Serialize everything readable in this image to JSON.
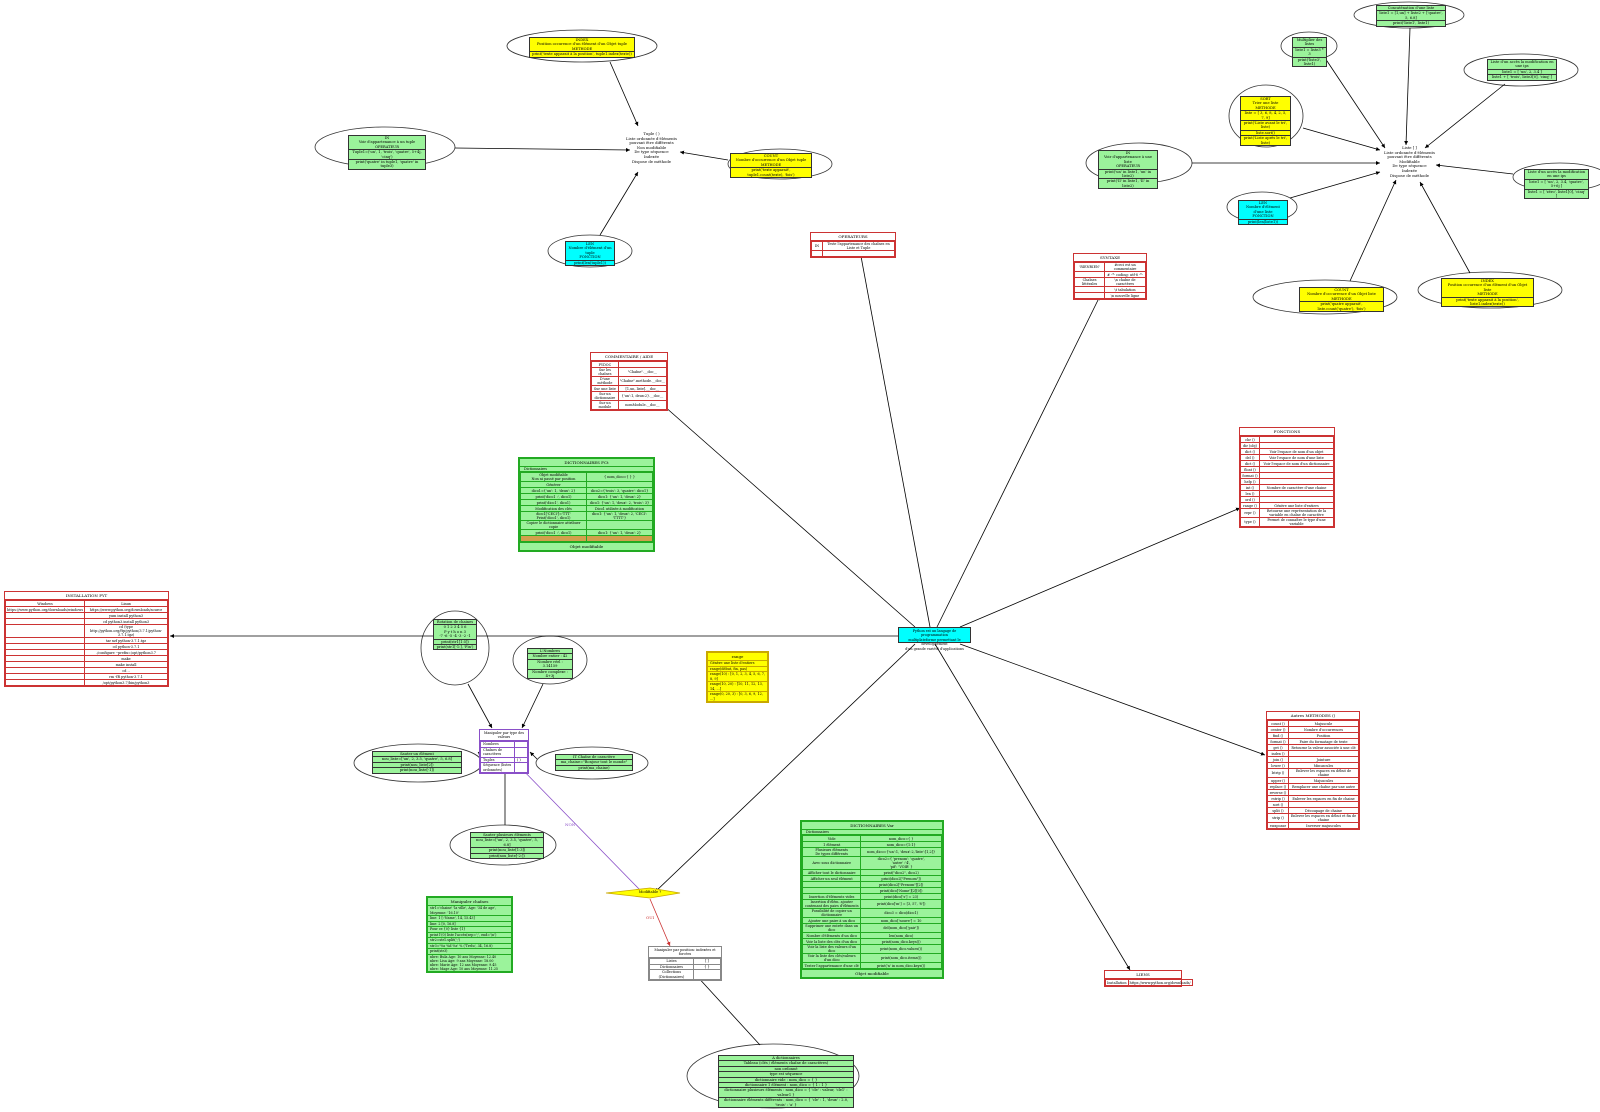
{
  "root": {
    "lines": [
      "Python est un langage de programmation",
      "multiplateforme permettant le développement",
      "d'un grande variété d'applications"
    ]
  },
  "oui_label": "OUI",
  "non_label": "NON",
  "mutable_decision": "Modifiable ?",
  "tuple_center": {
    "lines": [
      "Tuple ( )",
      "Liste ordonnée d'éléments",
      "pouvant être différents",
      "Non modifiable",
      "De type séquence",
      "Indexée",
      "Dispose de méthode"
    ]
  },
  "list_center": {
    "lines": [
      "Liste [ ]",
      "Liste ordonnée d'éléments",
      "pouvant être différents",
      "Modifiable",
      "De type séquence",
      "Indexée",
      "Dispose de méthode"
    ]
  },
  "tuple_nodes": {
    "index": {
      "rows": [
        "INDEX\nPosition occurence d'un élément d'un Objet tuple\nMETHODE",
        "print('texte apparait à la position', tuple1.index(texte))"
      ]
    },
    "in": {
      "rows": [
        "IN\nVoir d'appartenance à un tuple\nOPERATEUR",
        "Tuple1=('un', 1, 'trois', 'quatre', 5+4j, 'cinq')",
        "print('quatre' in tuple1, 'quatre' in tuple3)"
      ]
    },
    "count": {
      "rows": [
        "COUNT\nNombre d'occurrence d'un Objet tuple\nMETHODE",
        "print('texte apparait', tuple1.count(texte), 'fois')"
      ]
    },
    "len": {
      "rows": [
        "LEN\nNombre d'élément d'un tuple\nFONCTION",
        "print(len(tuple1))"
      ]
    }
  },
  "list_nodes": {
    "concat": {
      "rows": [
        "Concaténation d'une liste",
        "liste1 = [1,un] + liste2 + ['quatre', 5, 6.8]",
        "print('liste1', liste1)"
      ]
    },
    "multiple": {
      "rows": [
        "Multiplier des listes",
        "liste1 = liste3 * 3",
        "print('liste3', liste1)"
      ]
    },
    "listin": {
      "rows": [
        "Liste d'un accès la modification en une ips",
        "liste1 = [ 'un', 2, 3.4 ]",
        "liste1 + [ 'trois', liste3[0], 'cinq' ]"
      ]
    },
    "sort": {
      "rows": [
        "SORT\nTrier une liste\nMETHODE",
        "liste = [ 3, 6, 8, 4, 2, 5, 7, 9]",
        "print('Liste avant le tri', liste)",
        "liste.sort()",
        "print('Liste après le tri', liste)"
      ]
    },
    "in": {
      "rows": [
        "IN\nVoir d'appartenance à une liste\nOPERATEUR",
        "print('un' in liste1, 'un' in liste2)",
        "print('II' in liste1, 'II' in liste2)"
      ]
    },
    "listmod": {
      "rows": [
        "Liste d'un accès la modification en une ips",
        "liste1 = [ 'un', 2, 3.4, 'quatre', 5+6j ]",
        "liste1 = [ 'zéro', liste1[0], 'cinq' ]"
      ]
    },
    "len": {
      "rows": [
        "LEN\nNombre d'élément d'une liste\nFONCTION",
        "print(len(liste1))"
      ]
    },
    "count": {
      "rows": [
        "COUNT\nNombre d'occurrence d'un Objet liste\nMETHODE",
        "print('quatre apparait', liste.count('quatre'), 'fois')"
      ]
    },
    "index": {
      "rows": [
        "INDEX\nPosition occurence d'un élément d'un Objet liste\nMETHODE",
        "print('texte apparait à la position', liste1.index(texte))"
      ]
    }
  },
  "operateurs": {
    "title": "OPERATEURS",
    "rows": [
      [
        "IN",
        "Teste l'appartenance des chaînes en Liste et Tuple"
      ],
      [
        "",
        ""
      ]
    ]
  },
  "syntaxe": {
    "title": "SYNTAXE",
    "rows": [
      [
        "'RIENRIEN'",
        "#ceci est un commentaire"
      ],
      [
        "",
        "# -*- coding: utf-8 -*-"
      ],
      [
        "Chaînes littérales",
        "\\n chaîne de caractères"
      ],
      [
        "",
        "\\t tabulation"
      ],
      [
        "",
        "\\n nouvelle ligne"
      ]
    ]
  },
  "commentaire": {
    "title": "COMMENTAIRE / AIDE",
    "rows": [
      [
        "PYDOC",
        ""
      ],
      [
        "Sur les chaînes",
        "\"Chaîne\".__doc__"
      ],
      [
        "D'une méthode",
        "\"Chaîne\".methode.__doc__"
      ],
      [
        "Sur une liste",
        "[1,un, liste].__doc__"
      ],
      [
        "Sur un dictionnaire",
        "{'un':1, deux:2}.__doc__"
      ],
      [
        "Sur un module",
        "nomModule.__doc__"
      ]
    ]
  },
  "fonctions": {
    "title": "FONCTIONS",
    "rows": [
      [
        "chr ()",
        ""
      ],
      [
        "dir (obj)",
        ""
      ],
      [
        "dict ()",
        "Voir l'espace de nom d'un objet"
      ],
      [
        "del ()",
        "Voir l'espace de nom d'une liste"
      ],
      [
        "dict ()",
        "Voir l'espace de nom d'un dictionnaire"
      ],
      [
        "float ()",
        ""
      ],
      [
        "format ()",
        ""
      ],
      [
        "help ()",
        ""
      ],
      [
        "int ()",
        "Nombre de caractère d'une chaine"
      ],
      [
        "len ()",
        ""
      ],
      [
        "ord ()",
        ""
      ],
      [
        "range ()",
        "Génère une liste d'entiers"
      ],
      [
        "repr ()",
        "Retourne une représentation de la variable en chaîne de caractère"
      ],
      [
        "type ()",
        "Permet de connaître le type d'une variable"
      ]
    ]
  },
  "methodes": {
    "title": "Autres METHODES ()",
    "rows": [
      [
        "count ()",
        "Majuscule"
      ],
      [
        "center ()",
        "Nombre d'occurrences"
      ],
      [
        "find ()",
        "Position"
      ],
      [
        "format ()",
        "Faire du formatage de texte"
      ],
      [
        "get ()",
        "Retourne la valeur associée à une clé"
      ],
      [
        "index ()",
        ""
      ],
      [
        "join ()",
        "Jointure"
      ],
      [
        "lower ()",
        "Minuscules"
      ],
      [
        "lstrip ()",
        "Enlever les espaces en début de chaine"
      ],
      [
        "upper ()",
        "Majuscules"
      ],
      [
        "replace ()",
        "Remplacer une chaîne par une autre"
      ],
      [
        "reverse ()",
        ""
      ],
      [
        "rstrip ()",
        "Enlever les espaces en fin de chaine"
      ],
      [
        "sort ()",
        ""
      ],
      [
        "split ()",
        "Découpage de chaine"
      ],
      [
        "strip ()",
        "Enlever les espaces en début et fin de chaine"
      ],
      [
        "swapcase",
        "Inverser majuscules"
      ]
    ]
  },
  "dictionnaires_fct": {
    "title": "DICTIONNAIRES FCt",
    "sub": "Dictionnaires",
    "rows": [
      [
        "Objet modifiable\nNon ni passé par position",
        "{ nom_dico={ } }"
      ],
      [
        "Générer",
        ""
      ],
      [
        "dico1={'un': 1, 'deux': 2}",
        "dico2={'trois': 3, 'quatre': dico1}"
      ],
      [
        "print('dico1 :', dico1)",
        "dico1: {'un': 1, 'deux': 2}"
      ],
      [
        "print('dico1', dico1)",
        "dico1: {'un': 1, 'deux': 2, 'trois': 3}"
      ],
      [
        "Modification des clés",
        "Dico1 utilisée à modification"
      ],
      [
        "dico1['CECI']='TTT'\nPrint('dico1', dico1)",
        "dico1: {'un': 1, 'deux': 2, 'CECI': 'TTTT'}"
      ],
      [
        "Copier le dictionnaire attribuer copie",
        ""
      ],
      [
        "print('dico1 :', dico1)",
        "dico1: {'un': 1, 'deux': 2}"
      ],
      [
        "",
        ""
      ]
    ],
    "footer": "Objet modifiable"
  },
  "dictionnaires_var": {
    "title": "DICTIONNAIRES Var",
    "sub": "Dictionnaires",
    "rows": [
      [
        "Vide",
        "nom_dico={ }"
      ],
      [
        "1 élément",
        "nom_dico={1:1}"
      ],
      [
        "Plusieurs éléments\nDe types différents",
        "nom_dico={'un':1, 'deux':2,'liste':[1,2]}"
      ],
      [
        "Avec sous dictionnaire",
        "dico2={ 'prenom': 'quatre',\n'autre' :'4',\n'pif': 'VOIR' }"
      ],
      [
        "Afficher tout le dictionnaire",
        "print(\"dico2\", dico2)"
      ],
      [
        "Afficher un seul élément",
        "print(dico2[\"Prenom\"])"
      ],
      [
        "",
        "print(dico2[\"Prenom\"][2])"
      ],
      [
        "",
        "print(dico['Nome'][2][0])"
      ],
      [
        "Insertion d'éléments vides",
        "print(dico['s'] = 23)"
      ],
      [
        "Insertion d'élém. ajouter contenant des pairs d'éléments",
        "print(dico['m'] = [3, 57, '8'])"
      ],
      [
        "Possibilité de copier un dictionnaire",
        "dico3 = dico(dico1)"
      ],
      [
        "Ajouter une paire à un dico",
        "nom_dico['nouve'] = 10"
      ],
      [
        "Supprimer une entrée dans un dico",
        "del(nom_dico['pair'])"
      ],
      [
        "Nombre d'éléments d'un dico",
        "len(nom_dico)"
      ],
      [
        "Voir la liste des clés d'un dico",
        "print(nom_dico.keys())"
      ],
      [
        "Voir la liste des valeurs d'un dico",
        "print(nom_dico.values())"
      ],
      [
        "Voir la liste des clés/valeurs d'un dico",
        "print(nom_dico.items())"
      ],
      [
        "Tester l'appartenance d'une clé",
        "print('n' in nom_dico.keys())"
      ]
    ],
    "footer": "Objet modifiable"
  },
  "installation": {
    "title": "INSTALLATION PYT",
    "rows": [
      [
        "Windows",
        "Linux"
      ],
      [
        "https://www.python.org/downloads/windows",
        "https://www.python.org/downloads/source"
      ],
      [
        "",
        "yum install python3"
      ],
      [
        "",
        "cd python3.install python3"
      ],
      [
        "",
        "cd (type http://python.org/ftp/python/3.7.1/python-3.7.1.tgz)"
      ],
      [
        "",
        "tar xzf python-3.7.1.tgz"
      ],
      [
        "",
        "cd python-3.7.1"
      ],
      [
        "",
        "./configure --prefix=/opt/python3.7"
      ],
      [
        "",
        "make"
      ],
      [
        "",
        "make install"
      ],
      [
        "",
        "cd .."
      ],
      [
        "",
        "rm -fR python-3.7.1"
      ],
      [
        "",
        "/opt/python3.7/bin/python3"
      ]
    ]
  },
  "liens": {
    "title": "LIENS",
    "rows": [
      [
        "Installation",
        "https://www.python.org/downloads/"
      ]
    ]
  },
  "range": {
    "title": "range",
    "rows": [
      "Génère une liste d'entiers",
      "range(début, fin, pas)",
      "range(10) : [0, 1, 2, 3, 4, 5, 6, 7, 8, 9]",
      "range(10, 20) : [10, 11, 12, 13, 14, ...]",
      "range(0, 20, 3) : [0, 3, 6, 9, 12, ...]"
    ]
  },
  "chaines": {
    "title": "Manipuler chaînes",
    "rows": [
      "str1='chaine' 'la ville', Age: '34 de age', Moyenne: '16.10'",
      "line: 1 [:'Name', 14, 15.43]",
      "line: 2 [0, 16.8]",
      "Pour ce {0} liste {1}",
      "print l'(0) liste l'accès(sep=';', end='\\n')",
      "str2=str1.split(';')",
      "str3='%s %d %s' % ('Trelu', 34, 16.8)",
      "print(str3)",
      "nbre: Bula    Age:  10 ans    Moyenne: 12.40",
      "nbre: Lisa    Age:   9 ans    Moyenne: 18.00",
      "nbre: Marie   Age:  12 ans    Moyenne: 9.45",
      "nbre: Mage    Age:  10 ans    Moyenne: 11.25"
    ]
  },
  "seq_type": {
    "title": "Manipuler par type des valeurs",
    "rows": [
      [
        "Nombres",
        ""
      ],
      [
        "Chaînes de caractères",
        ""
      ],
      [
        "Tuples",
        "( )"
      ],
      [
        "Séquence (listes ordonnées)",
        ""
      ]
    ]
  },
  "unordered": {
    "title": "Manipuler par position: indexées et forcées",
    "rows": [
      [
        "Listes",
        "[ ]"
      ],
      [
        "Dictionnaires",
        "{ }"
      ],
      [
        "Collections (Dictionnaires)",
        ""
      ]
    ]
  },
  "seq_children": {
    "rotation": {
      "rows": [
        "Rotation de chaines",
        "0 1 2 3 4 5 6\nP y t h o n 3\n-7 -6 -5 -4 -3 -2 -1",
        "print(str1[1:5])",
        "print(str1[-1:], 'Fin')"
      ]
    },
    "nombres": {
      "rows": [
        "L'Nombres",
        "Nombre entier : 42",
        "Nombre réel : 3.14159",
        "Nombre complexe : 4+3j"
      ]
    },
    "sauter": {
      "rows": [
        "Sauter un élément",
        "nou_liste=['un', 2, 3.5, 'quatre', 5, 6.8]",
        "print(nou_liste[2])",
        "print(nou_liste[-1])"
      ]
    },
    "chainecar": {
      "rows": [
        "IT Chaîne de caractère",
        "ma_chaine=\"Bonjour tout le monde\"",
        "print(ma_chaine)"
      ]
    },
    "plusieurs": {
      "rows": [
        "Sauter plusieurs éléments",
        "nou_liste=['un', 2, 3.5, 'quatre', 5, 6.8]",
        "print(nou_liste[1:3])",
        "print(nou_liste[-2:])"
      ]
    }
  },
  "dico_examples": {
    "rows": [
      "A dictionnaires",
      "Tableau (clés / éléments chaîne de caractères)",
      "non ordonné",
      "type est séquence",
      "dictionnaire vide : nom_dico = { }",
      "dictionnaire 1 élément : nom_dico = { 1 : 1 }",
      "dictionnaire plusieurs éléments : nom_dico = { 'cle' : valeur, 'cle1' : valeur1 }",
      "dictionnaire éléments différents : nom_dico = { 'cle' : 1, 'deux' : 2.0, 'trois' : 'a' }"
    ]
  }
}
